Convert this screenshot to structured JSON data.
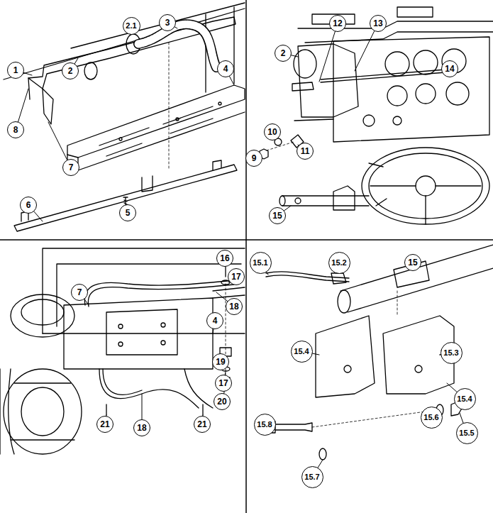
{
  "diagram": {
    "labels": [
      "1",
      "2",
      "2.1",
      "3",
      "4",
      "8",
      "7",
      "6",
      "5",
      "2",
      "12",
      "13",
      "14",
      "10",
      "9",
      "11",
      "15",
      "7",
      "16",
      "17",
      "18",
      "4",
      "19",
      "17",
      "20",
      "21",
      "18",
      "21",
      "15.1",
      "15.2",
      "15",
      "15.4",
      "15.3",
      "15.4",
      "15.8",
      "15.7",
      "15.6",
      "15.5"
    ]
  }
}
